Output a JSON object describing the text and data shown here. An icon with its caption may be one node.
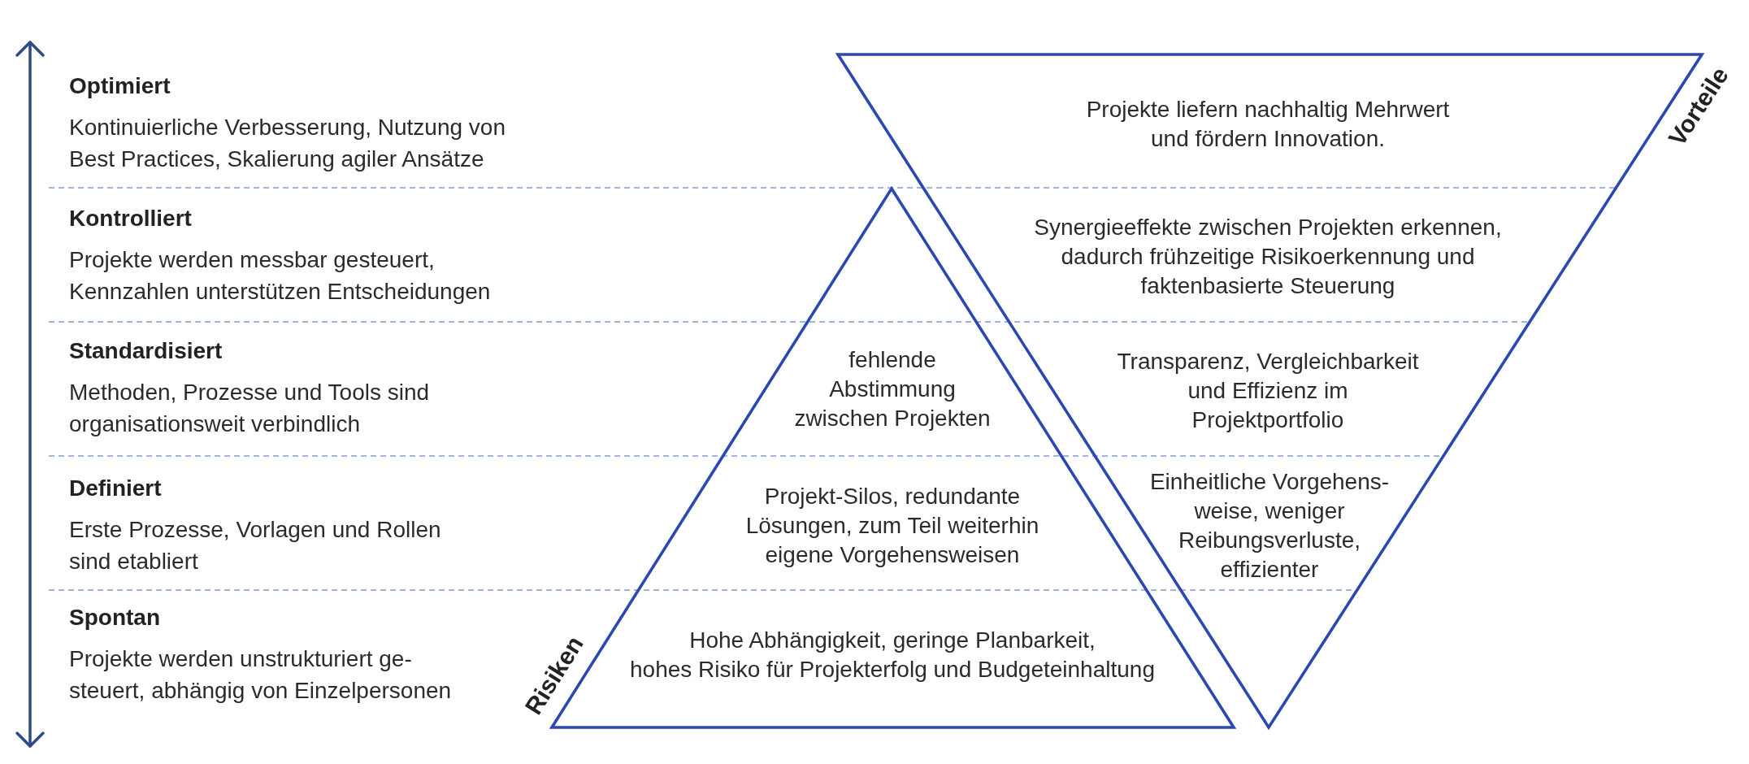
{
  "diagram": {
    "nodes": [
      {
        "text": [
          "Vorteile",
          "Projekte liefern nachhaltig Mehrwert und fördern Innovation.",
          "Synergieeffekte zwischen Projekten erkennen, dadurch frühzeitige Risikoerkennung und faktenbasierte Steuerung",
          "Transparenz, Vergleichbarkeit und Effizienz im Projektportfolio",
          "Einheitliche Vorgehens- weise, weniger Reibungsverluste, effizienter"
        ]
      },
      {
        "text": [
          "Risiken",
          "fehlende Abstimmung zwischen Projekten",
          "Projekt-Silos, redundante Lösungen, zum Teil weiterhin eigene Vorgehensweisen",
          "Hohe Abhängigkeit, geringe Planbarkeit, hohes Risiko für Projekterfolg und Budgeteinhaltung"
        ]
      }
    ],
    "labels": [
      "Optimiert",
      "Kontinuierliche Verbesserung, Nutzung von Best Practices, Skalierung agiler Ansätze",
      "Kontrolliert",
      "Projekte werden messbar gesteuert, Kennzahlen unterstützen Entscheidungen",
      "Standardisiert",
      "Methoden, Prozesse und Tools sind organisationsweit verbindlich",
      "Definiert",
      "Erste Prozesse, Vorlagen und Rollen sind etabliert",
      "Spontan",
      "Projekte werden unstrukturiert ge- steuert, abhängig von Einzelpersonen"
    ]
  }
}
